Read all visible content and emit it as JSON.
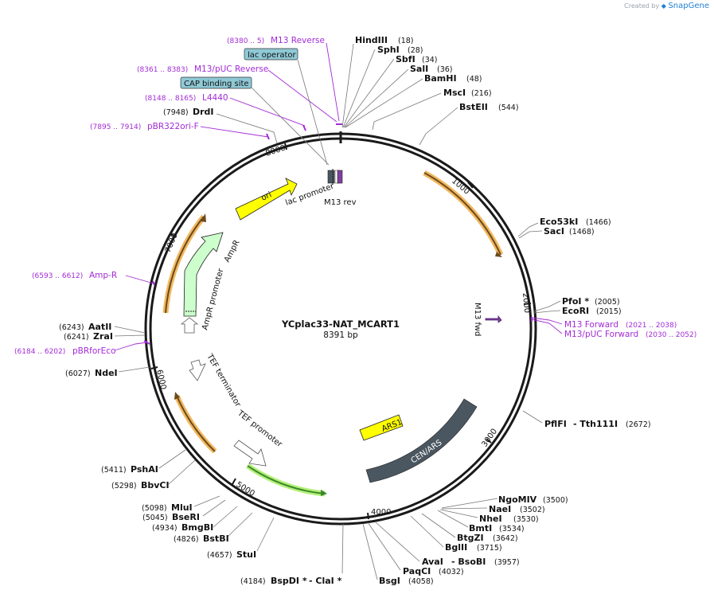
{
  "credit": {
    "prefix": "Created by",
    "brand": "SnapGene"
  },
  "plasmid": {
    "name": "YCplac33-NAT_MCART1",
    "length_label": "8391 bp",
    "total_bp": 8391
  },
  "ticks": [
    {
      "bp": 1000,
      "label": "1000"
    },
    {
      "bp": 2000,
      "label": "2000"
    },
    {
      "bp": 3000,
      "label": "3000"
    },
    {
      "bp": 4000,
      "label": "4000"
    },
    {
      "bp": 5000,
      "label": "5000"
    },
    {
      "bp": 6000,
      "label": "6000"
    },
    {
      "bp": 7000,
      "label": "7000"
    },
    {
      "bp": 8000,
      "label": "8000"
    }
  ],
  "enzymes": [
    {
      "name": "HindIII",
      "pos": "(18)"
    },
    {
      "name": "SphI",
      "pos": "(28)"
    },
    {
      "name": "SbfI",
      "pos": "(34)"
    },
    {
      "name": "SalI",
      "pos": "(36)"
    },
    {
      "name": "BamHI",
      "pos": "(48)"
    },
    {
      "name": "MscI",
      "pos": "(216)"
    },
    {
      "name": "BstEII",
      "pos": "(544)"
    },
    {
      "name": "Eco53kI",
      "pos": "(1466)"
    },
    {
      "name": "SacI",
      "pos": "(1468)"
    },
    {
      "name": "PfoI *",
      "pos": "(2005)"
    },
    {
      "name": "EcoRI",
      "pos": "(2015)"
    },
    {
      "name": "PflFI",
      "name2": "- Tth111I",
      "pos": "(2672)"
    },
    {
      "name": "NgoMIV",
      "pos": "(3500)"
    },
    {
      "name": "NaeI",
      "pos": "(3502)"
    },
    {
      "name": "NheI",
      "pos": "(3530)"
    },
    {
      "name": "BmtI",
      "pos": "(3534)"
    },
    {
      "name": "BtgZI",
      "pos": "(3642)"
    },
    {
      "name": "BglII",
      "pos": "(3715)"
    },
    {
      "name": "AvaI",
      "name2": "- BsoBI",
      "pos": "(3957)"
    },
    {
      "name": "PaqCI",
      "pos": "(4032)"
    },
    {
      "name": "BsgI",
      "pos": "(4058)"
    },
    {
      "name": "BspDI *",
      "name2": "- ClaI *",
      "pos": "(4184)"
    },
    {
      "name": "StuI",
      "pos": "(4657)"
    },
    {
      "name": "BstBI",
      "pos": "(4826)"
    },
    {
      "name": "BmgBI",
      "pos": "(4934)"
    },
    {
      "name": "BseRI",
      "pos": "(5045)"
    },
    {
      "name": "MluI",
      "pos": "(5098)"
    },
    {
      "name": "BbvCI",
      "pos": "(5298)"
    },
    {
      "name": "PshAI",
      "pos": "(5411)"
    },
    {
      "name": "NdeI",
      "pos": "(6027)"
    },
    {
      "name": "ZraI",
      "pos": "(6241)"
    },
    {
      "name": "AatII",
      "pos": "(6243)"
    },
    {
      "name": "DrdI",
      "pos": "(7948)"
    }
  ],
  "primers": [
    {
      "name": "M13 Reverse",
      "range": "(8380 .. 5)"
    },
    {
      "name": "M13/pUC Reverse",
      "range": "(8361 .. 8383)"
    },
    {
      "name": "L4440",
      "range": "(8148 .. 8165)"
    },
    {
      "name": "pBR322ori-F",
      "range": "(7895 .. 7914)"
    },
    {
      "name": "Amp-R",
      "range": "(6593 .. 6612)"
    },
    {
      "name": "pBRforEco",
      "range": "(6184 .. 6202)"
    },
    {
      "name": "M13 Forward",
      "range": "(2021 .. 2038)"
    },
    {
      "name": "M13/pUC Forward",
      "range": "(2030 .. 2052)"
    }
  ],
  "boxed_features": [
    {
      "name": "lac operator"
    },
    {
      "name": "CAP binding site"
    }
  ],
  "features": [
    {
      "name": "ori",
      "color": "#ffff00"
    },
    {
      "name": "AmpR",
      "color": "#ccffcc"
    },
    {
      "name": "AmpR promoter",
      "color": "#ffffff"
    },
    {
      "name": "lac promoter",
      "color": "#ffffff"
    },
    {
      "name": "M13 rev",
      "color": "#7f3f9f"
    },
    {
      "name": "M13 fwd",
      "color": "#7f3f9f"
    },
    {
      "name": "ARS1",
      "color": "#ffff00"
    },
    {
      "name": "CEN/ARS",
      "color": "#4a5660"
    },
    {
      "name": "TEF terminator",
      "color": "#ffffff"
    },
    {
      "name": "TEF promoter",
      "color": "#ffffff"
    }
  ],
  "colors": {
    "primer": "#a32bd6",
    "backbone": "#1a1a1a",
    "orf_outline": "#f2b860",
    "orf_core": "#6b4a1c",
    "nat_core": "#3a8a2a",
    "nat_glow": "#b6f07a",
    "feature_box": "#8fc9d6"
  }
}
